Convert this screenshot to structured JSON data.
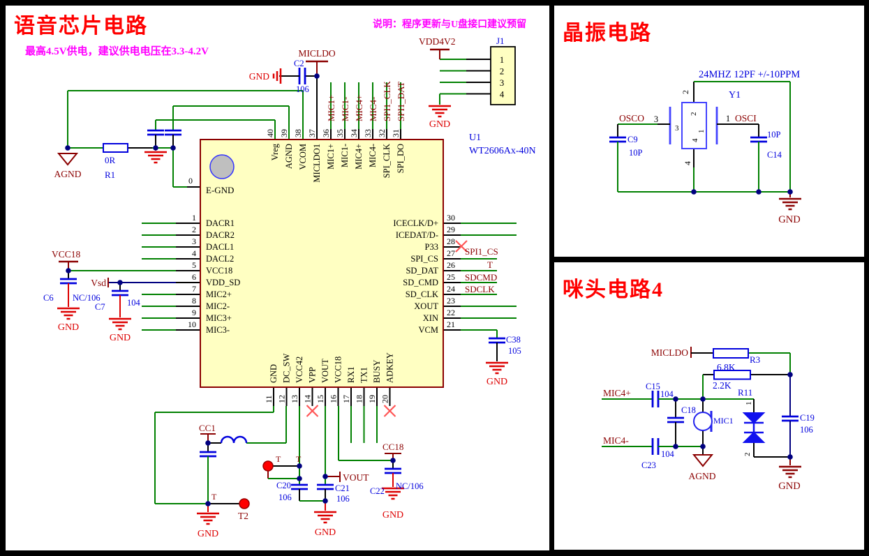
{
  "colors": {
    "wire_green": "#008000",
    "wire_blue": "#000080",
    "component_blue": "#0000DD",
    "net_maroon": "#8B0000",
    "gnd_red": "#DD0000",
    "title_red": "#FF0000",
    "note_magenta": "#FF00FF",
    "ic_fill": "#FFFFC2",
    "ic_border": "#8B0000",
    "junction_navy": "#000080",
    "x_mark": "#FF5555"
  },
  "voice": {
    "title": "语音芯片电路",
    "subtitle": "最高4.5V供电，建议供电电压在3.3-4.2V",
    "note": "说明：程序更新与U盘接口建议预留",
    "ic": {
      "refdes": "U1",
      "part": "WT2606Ax-40N",
      "egnd_pin": "0",
      "egnd_name": "E-GND",
      "top": [
        {
          "n": "40",
          "name": "Vreg"
        },
        {
          "n": "39",
          "name": "AGND"
        },
        {
          "n": "38",
          "name": "VCOM"
        },
        {
          "n": "37",
          "name": "MICLDO1"
        },
        {
          "n": "36",
          "name": "MIC1+",
          "net": "MIC1+"
        },
        {
          "n": "35",
          "name": "MIC1-",
          "net": "MIC1-"
        },
        {
          "n": "34",
          "name": "MIC4+",
          "net": "MIC4+"
        },
        {
          "n": "33",
          "name": "MIC4-",
          "net": "MIC4-"
        },
        {
          "n": "32",
          "name": "SPI_CLK",
          "net": "SPI1_CLK"
        },
        {
          "n": "31",
          "name": "SPI_DO",
          "net": "SPI1_DAT"
        }
      ],
      "left": [
        {
          "n": "1",
          "name": "DACR1"
        },
        {
          "n": "2",
          "name": "DACR2"
        },
        {
          "n": "3",
          "name": "DACL1"
        },
        {
          "n": "4",
          "name": "DACL2"
        },
        {
          "n": "5",
          "name": "VCC18"
        },
        {
          "n": "6",
          "name": "VDD_SD"
        },
        {
          "n": "7",
          "name": "MIC2+"
        },
        {
          "n": "8",
          "name": "MIC2-"
        },
        {
          "n": "9",
          "name": "MIC3+"
        },
        {
          "n": "10",
          "name": "MIC3-"
        }
      ],
      "right": [
        {
          "n": "30",
          "name": "ICECLK/D+"
        },
        {
          "n": "29",
          "name": "ICEDAT/D-"
        },
        {
          "n": "28",
          "name": "P33"
        },
        {
          "n": "27",
          "name": "SPI_CS",
          "net": "SPI1_CS"
        },
        {
          "n": "26",
          "name": "SD_DAT",
          "net": "T"
        },
        {
          "n": "25",
          "name": "SD_CMD",
          "net": "SDCMD"
        },
        {
          "n": "24",
          "name": "SD_CLK",
          "net": "SDCLK"
        },
        {
          "n": "23",
          "name": "XOUT"
        },
        {
          "n": "22",
          "name": "XIN"
        },
        {
          "n": "21",
          "name": "VCM"
        }
      ],
      "bottom": [
        {
          "n": "11",
          "name": "GND"
        },
        {
          "n": "12",
          "name": "DC_SW"
        },
        {
          "n": "13",
          "name": "VCC42"
        },
        {
          "n": "14",
          "name": "VPP"
        },
        {
          "n": "15",
          "name": "VOUT"
        },
        {
          "n": "16",
          "name": "VCC18"
        },
        {
          "n": "17",
          "name": "RX1"
        },
        {
          "n": "18",
          "name": "TX1"
        },
        {
          "n": "19",
          "name": "BUSY"
        },
        {
          "n": "20",
          "name": "ADKEY"
        }
      ]
    },
    "labels": {
      "gnd": "GND",
      "agnd": "AGND",
      "micldo": "MICLDO",
      "vcc18": "VCC18",
      "vsd": "Vsd",
      "vdd4v2": "VDD4V2",
      "cc1": "CC1",
      "cc18": "CC18",
      "vout": "VOUT",
      "t": "T",
      "t2": "T2"
    },
    "parts": {
      "c2": {
        "ref": "C2",
        "val": "106"
      },
      "r1": {
        "ref": "R1",
        "val": "0R"
      },
      "c6": {
        "ref": "C6",
        "val": "NC/106"
      },
      "c7": {
        "ref": "C7",
        "val": "104"
      },
      "c20": {
        "ref": "C20",
        "val": "106"
      },
      "c21": {
        "ref": "C21",
        "val": "106"
      },
      "c22": {
        "ref": "C22",
        "val": "NC/106"
      },
      "c38": {
        "ref": "C38",
        "val": "105"
      }
    },
    "connector": {
      "ref": "J1",
      "pins": [
        "1",
        "2",
        "3",
        "4"
      ]
    }
  },
  "crystal": {
    "title": "晶振电路",
    "spec": "24MHZ 12PF +/-10PPM",
    "y1": "Y1",
    "osco": "OSCO",
    "osci": "OSCI",
    "pin1": "1",
    "pin2": "2",
    "pin3": "3",
    "pin4": "4",
    "c9": {
      "ref": "C9",
      "val": "10P"
    },
    "c14": {
      "ref": "C14",
      "val": "10P"
    },
    "gnd": "GND"
  },
  "mic": {
    "title": "咪头电路4",
    "micldo": "MICLDO",
    "r3": {
      "ref": "R3",
      "val": "6.8K"
    },
    "r11": {
      "ref": "R11",
      "val": "2.2K"
    },
    "mic4_pos": "MIC4+",
    "mic4_neg": "MIC4-",
    "c15": {
      "ref": "C15",
      "val": "104"
    },
    "c23": {
      "ref": "C23",
      "val": "104"
    },
    "c18": "C18",
    "c19": {
      "ref": "C19",
      "val": "106"
    },
    "mic1": "MIC1",
    "d1": "1",
    "d2": "2",
    "agnd": "AGND",
    "gnd": "GND"
  }
}
